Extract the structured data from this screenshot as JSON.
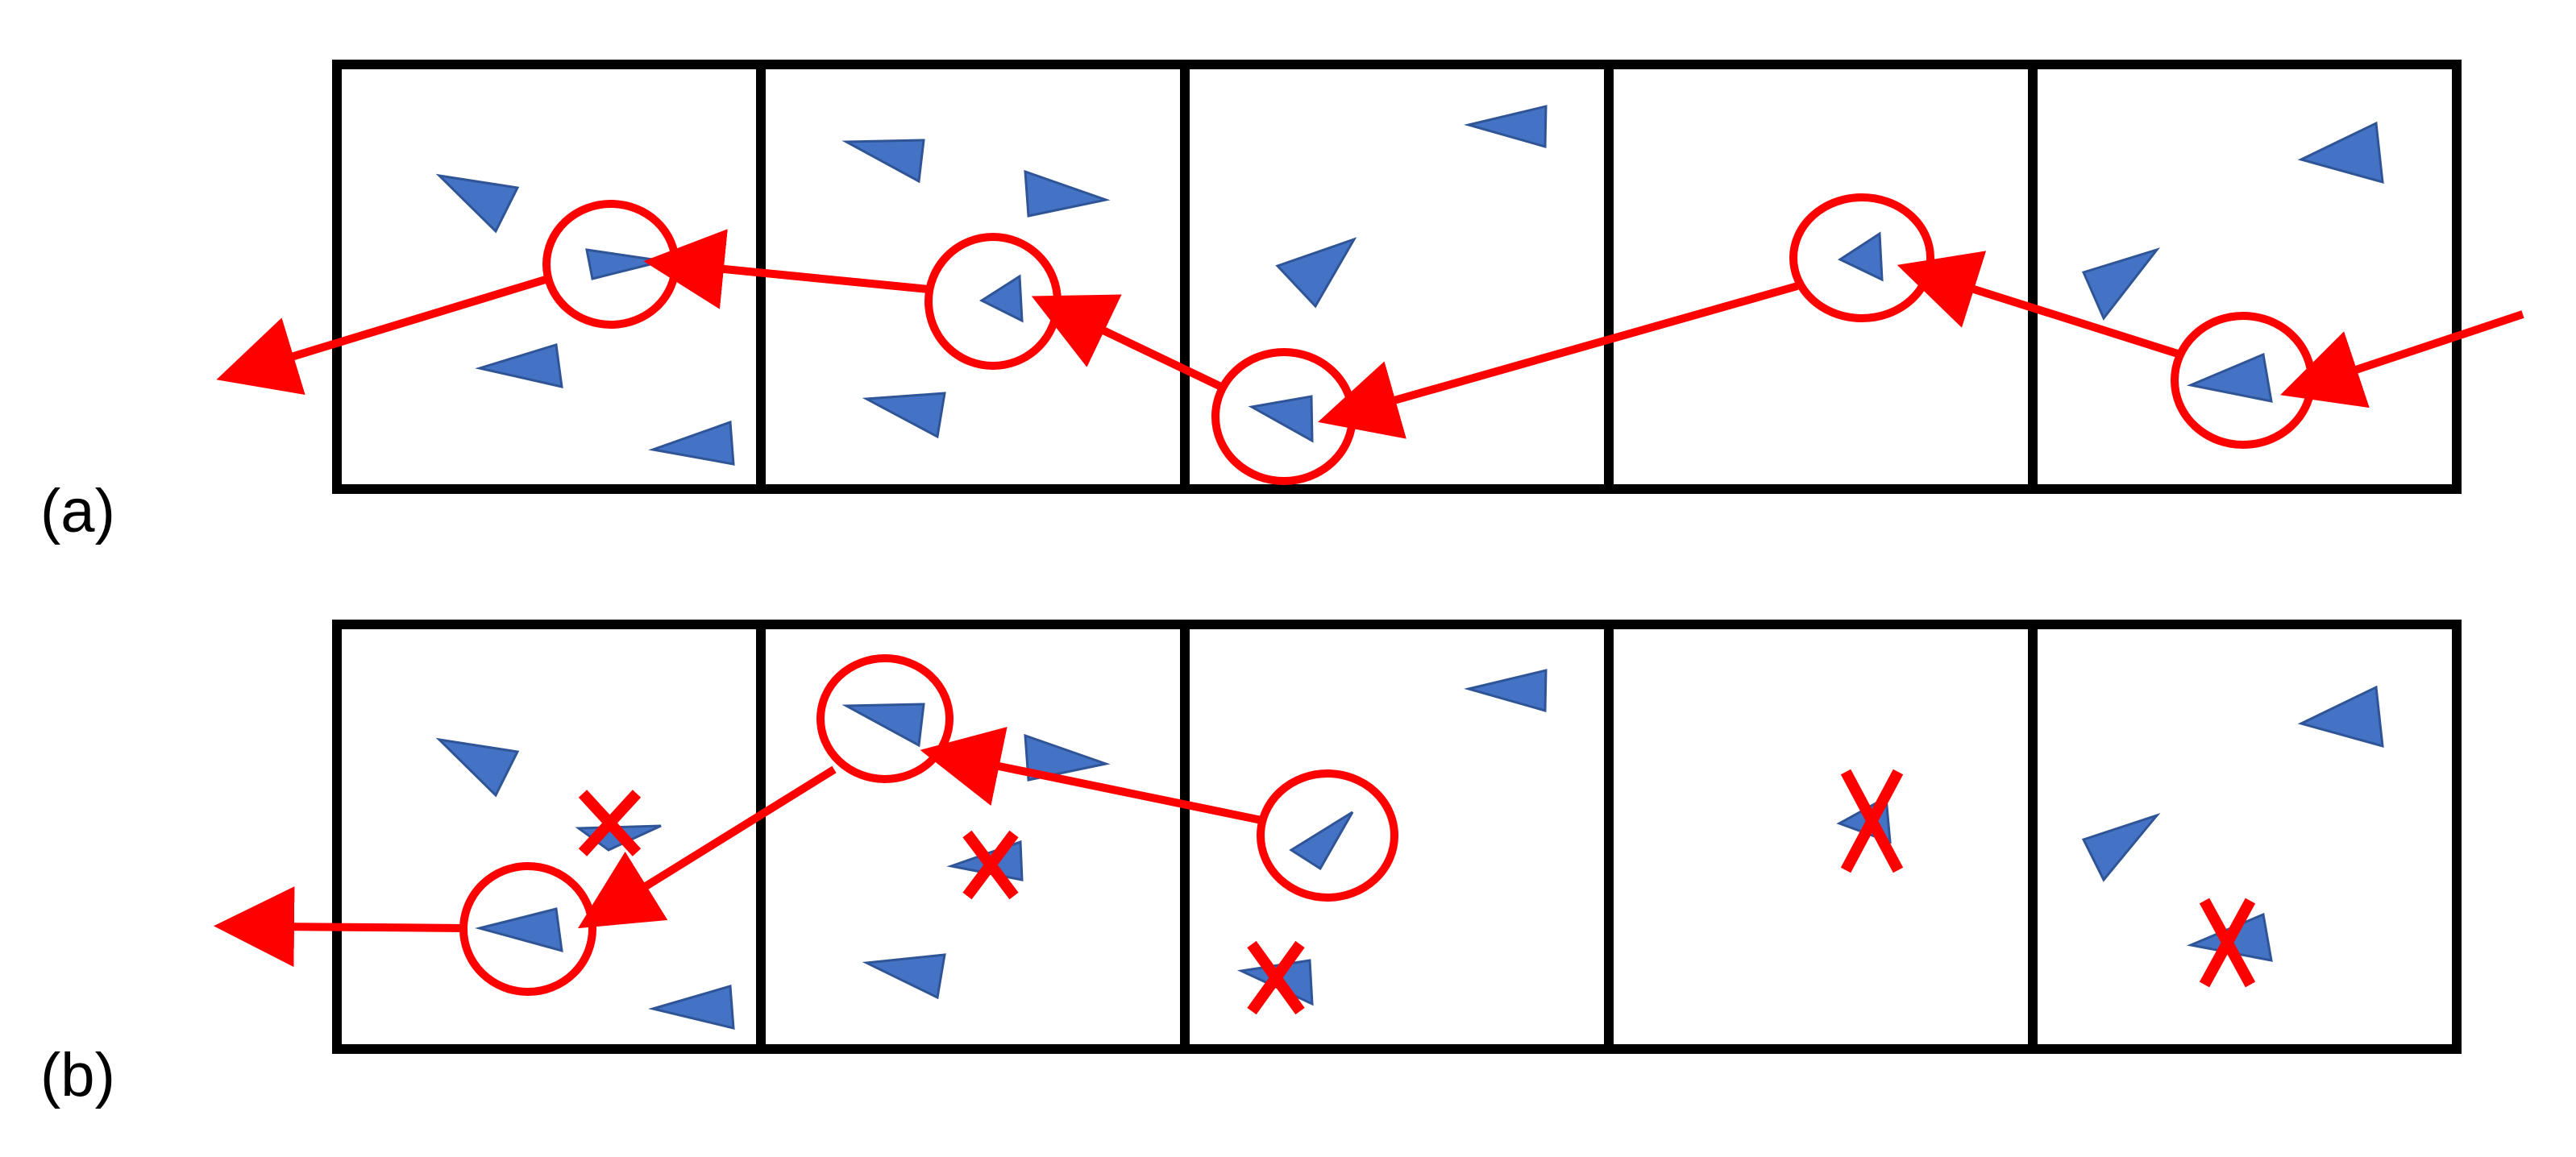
{
  "colors": {
    "frame": "#000000",
    "marker": "#4472c4",
    "marker_edge": "#2f5597",
    "track": "#ff0000"
  },
  "icons": {
    "marker": "triangle-marker-icon",
    "selected": "circle-highlight-icon",
    "rejected": "cross-mark-icon"
  },
  "panels": [
    {
      "id": "a",
      "label": "(a)",
      "frames": 5
    },
    {
      "id": "b",
      "label": "(b)",
      "frames": 5
    }
  ]
}
